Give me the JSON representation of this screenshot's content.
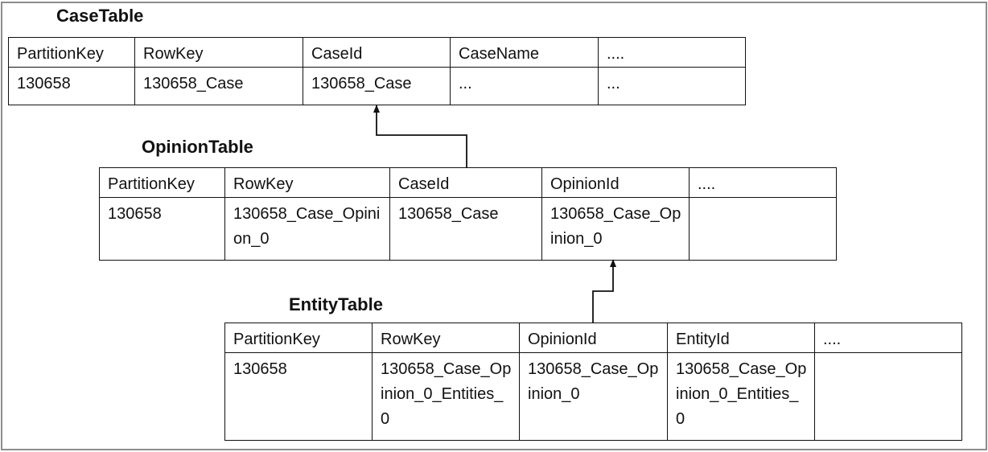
{
  "case_table": {
    "title": "CaseTable",
    "headers": [
      "PartitionKey",
      "RowKey",
      "CaseId",
      "CaseName",
      "...."
    ],
    "rows": [
      [
        "130658",
        "130658_Case",
        "130658_Case",
        "...",
        "..."
      ]
    ]
  },
  "opinion_table": {
    "title": "OpinionTable",
    "headers": [
      "PartitionKey",
      "RowKey",
      "CaseId",
      "OpinionId",
      "...."
    ],
    "rows": [
      [
        "130658",
        "130658_Case_Opinion_0",
        "130658_Case",
        "130658_Case_Opinion_0",
        ""
      ]
    ]
  },
  "entity_table": {
    "title": "EntityTable",
    "headers": [
      "PartitionKey",
      "RowKey",
      "OpinionId",
      "EntityId",
      "...."
    ],
    "rows": [
      [
        "130658",
        "130658_Case_Opinion_0_Entities_0",
        "130658_Case_Opinion_0",
        "130658_Case_Opinion_0_Entities_0",
        ""
      ]
    ]
  },
  "colors": {
    "line": "#111111",
    "frame": "#8c8c8c",
    "background": "#ffffff"
  }
}
